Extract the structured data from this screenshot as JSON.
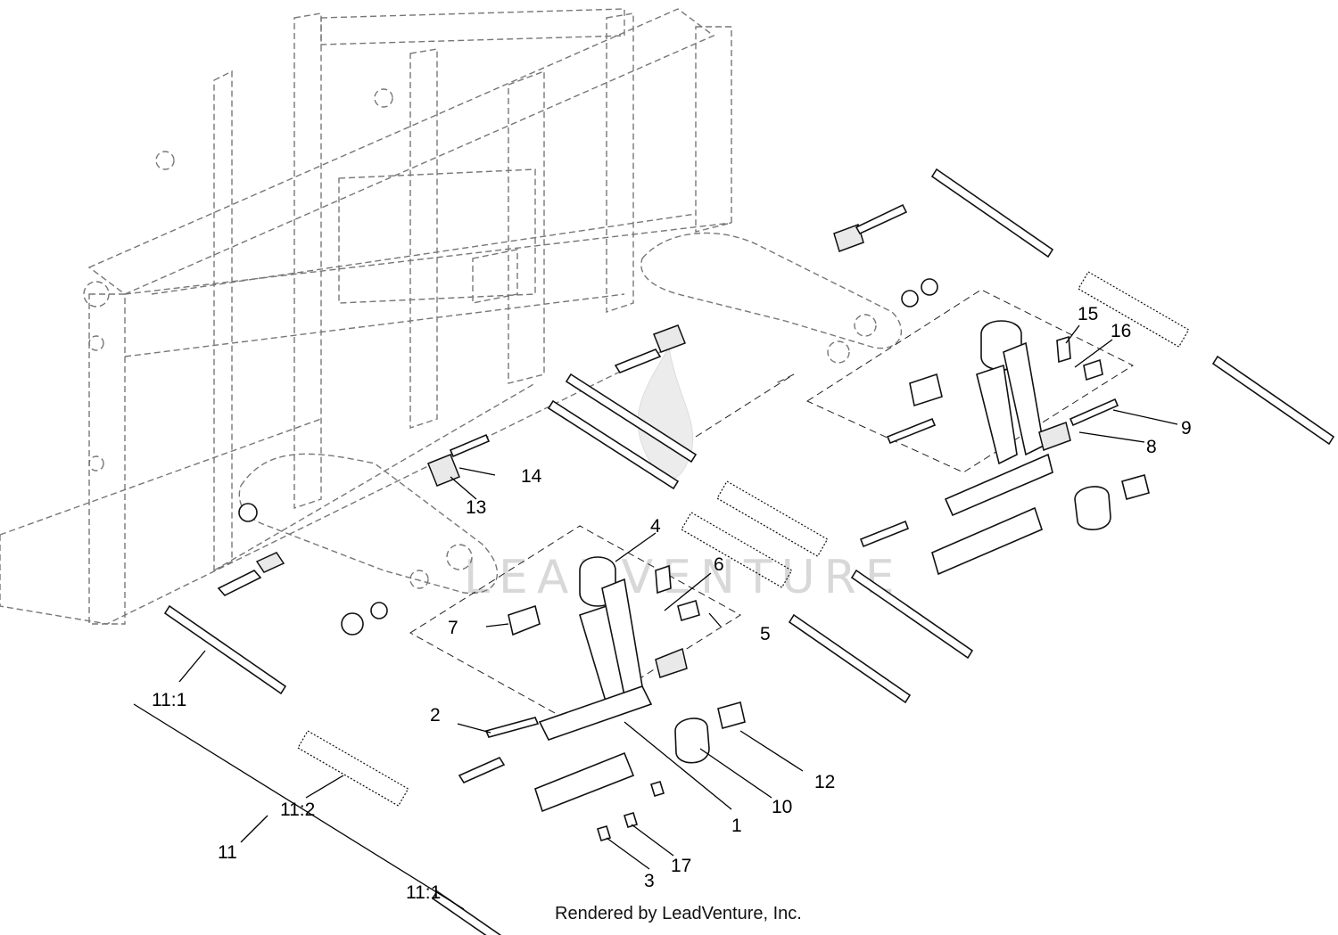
{
  "watermark": "LEADVENTURE",
  "footer": "Rendered by LeadVenture, Inc.",
  "callouts": [
    {
      "id": "c1",
      "label": "1"
    },
    {
      "id": "c2",
      "label": "2"
    },
    {
      "id": "c3",
      "label": "3"
    },
    {
      "id": "c4",
      "label": "4"
    },
    {
      "id": "c5",
      "label": "5"
    },
    {
      "id": "c6",
      "label": "6"
    },
    {
      "id": "c7",
      "label": "7"
    },
    {
      "id": "c8",
      "label": "8"
    },
    {
      "id": "c9",
      "label": "9"
    },
    {
      "id": "c10",
      "label": "10"
    },
    {
      "id": "c11",
      "label": "11"
    },
    {
      "id": "c11_1a",
      "label": "11:1"
    },
    {
      "id": "c11_2",
      "label": "11:2"
    },
    {
      "id": "c11_1b",
      "label": "11:1"
    },
    {
      "id": "c12",
      "label": "12"
    },
    {
      "id": "c13",
      "label": "13"
    },
    {
      "id": "c14",
      "label": "14"
    },
    {
      "id": "c15",
      "label": "15"
    },
    {
      "id": "c16",
      "label": "16"
    },
    {
      "id": "c17",
      "label": "17"
    }
  ]
}
